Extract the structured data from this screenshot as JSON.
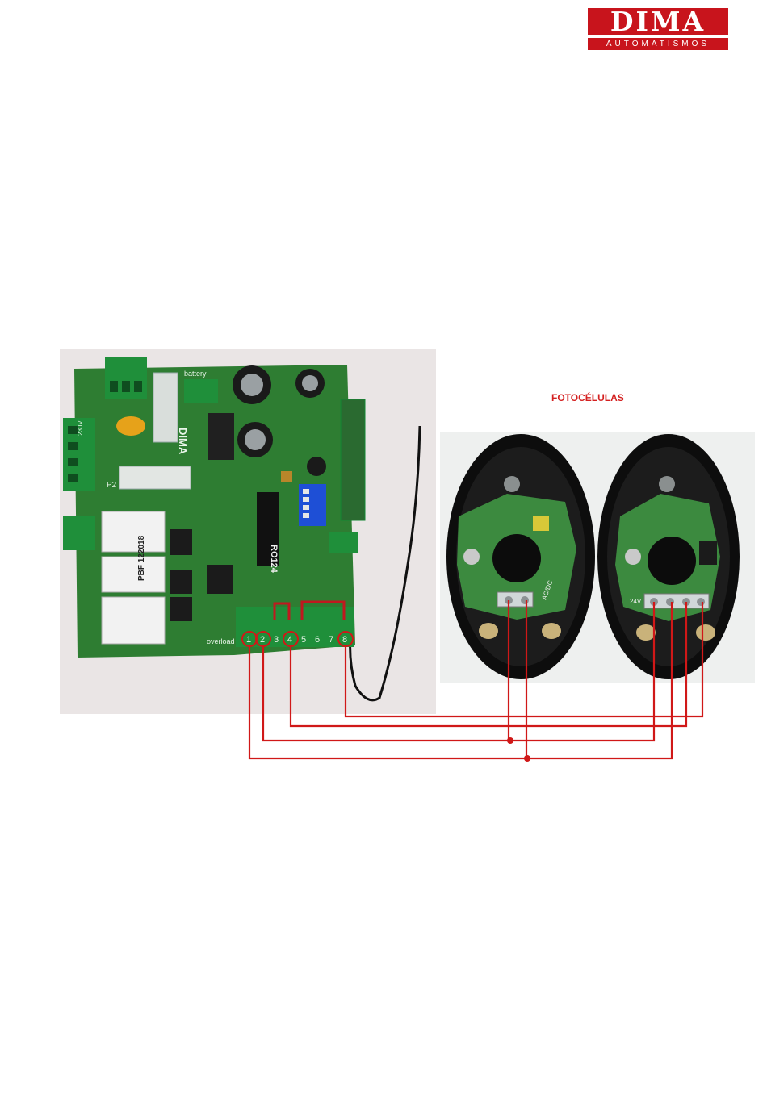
{
  "logo": {
    "name": "DIMA",
    "tagline": "AUTOMATISMOS"
  },
  "caption": "FOTOCÉLULAS",
  "board": {
    "terminal_numbers": [
      "1",
      "2",
      "3",
      "4",
      "5",
      "6",
      "7",
      "8"
    ],
    "label_overload": "overload",
    "label_battery": "battery",
    "label_model": "RO124",
    "label_relay_pbf": "PBF 122018",
    "label_p2": "P2",
    "label_230v": "230V",
    "label_dima": "DIMA"
  },
  "sensors": {
    "label_24v": "24V",
    "label_acdc": "AC/DC"
  },
  "colors": {
    "wire": "#d01818",
    "logo_red": "#c8141c",
    "pcb_green": "#2e7d32",
    "caption_red": "#d42020"
  }
}
